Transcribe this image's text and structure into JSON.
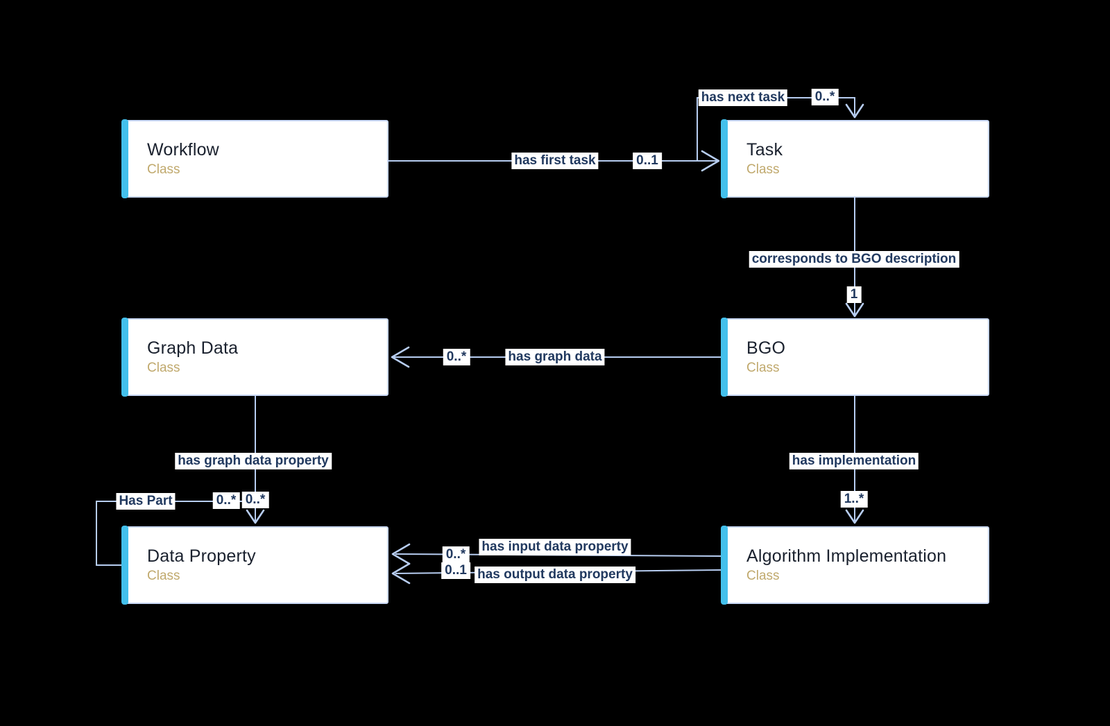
{
  "diagram": {
    "background_color": "#000000",
    "accent_stripe_color": "#43c0ec",
    "line_color": "#b7cdf1",
    "edge_text_color": "#21395f",
    "class_tag_color": "#c0a96d",
    "nodes": [
      {
        "id": "workflow",
        "title": "Workflow",
        "type": "Class"
      },
      {
        "id": "task",
        "title": "Task",
        "type": "Class"
      },
      {
        "id": "graph-data",
        "title": "Graph Data",
        "type": "Class"
      },
      {
        "id": "bgo",
        "title": "BGO",
        "type": "Class"
      },
      {
        "id": "data-property",
        "title": "Data Property",
        "type": "Class"
      },
      {
        "id": "algorithm-implementation",
        "title": "Algorithm Implementation",
        "type": "Class"
      }
    ],
    "edges": [
      {
        "label": "has first task",
        "multiplicity": "0..1",
        "from": "Workflow",
        "to": "Task"
      },
      {
        "label": "has next task",
        "multiplicity": "0..*",
        "from": "Task",
        "to": "Task"
      },
      {
        "label": "corresponds to BGO description",
        "multiplicity": "1",
        "from": "Task",
        "to": "BGO"
      },
      {
        "label": "has graph data",
        "multiplicity": "0..*",
        "from": "BGO",
        "to": "Graph Data"
      },
      {
        "label": "has graph data property",
        "multiplicity": "0..*",
        "from": "Graph Data",
        "to": "Data Property"
      },
      {
        "label": "Has Part",
        "multiplicity": "0..*",
        "from": "Data Property",
        "to": "Data Property"
      },
      {
        "label": "has implementation",
        "multiplicity": "1..*",
        "from": "BGO",
        "to": "Algorithm Implementation"
      },
      {
        "label": "has input data property",
        "multiplicity": "0..*",
        "from": "Algorithm Implementation",
        "to": "Data Property"
      },
      {
        "label": "has output data property",
        "multiplicity": "0..1",
        "from": "Algorithm Implementation",
        "to": "Data Property"
      }
    ]
  }
}
